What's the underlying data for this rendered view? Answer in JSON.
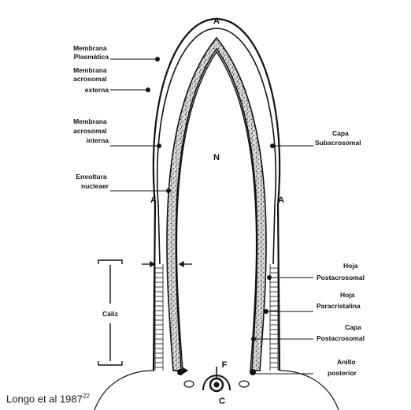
{
  "labels": {
    "membrana_plasmatica": [
      "Membrana",
      "Plasmática"
    ],
    "membrana_acrosomal_externa": [
      "Membrana",
      "acrosomal",
      "externa"
    ],
    "membrana_acrosomal_interna": [
      "Membrana",
      "acrosomal",
      "interna"
    ],
    "envoltura_nuclear": [
      "Envoltura",
      "nucleaer"
    ],
    "capa_subacrosomal": [
      "Capa",
      "Subacrosomal"
    ],
    "hoja_postacrosomal": [
      "Hoja",
      "Postacrosomal"
    ],
    "hoja_paracristalina": [
      "Hoja",
      "Paracristalina"
    ],
    "capa_postacrosomal": [
      "Capa",
      "Postacrosomal"
    ],
    "anillo_posterior": [
      "Anillo",
      "posterior"
    ],
    "caliz": "Cáliz"
  },
  "letters": {
    "acrosome": "A",
    "nucleus": "N",
    "flagellum": "F",
    "centriole": "C"
  },
  "caption": {
    "text": "Longo et al 1987",
    "ref": "22"
  }
}
